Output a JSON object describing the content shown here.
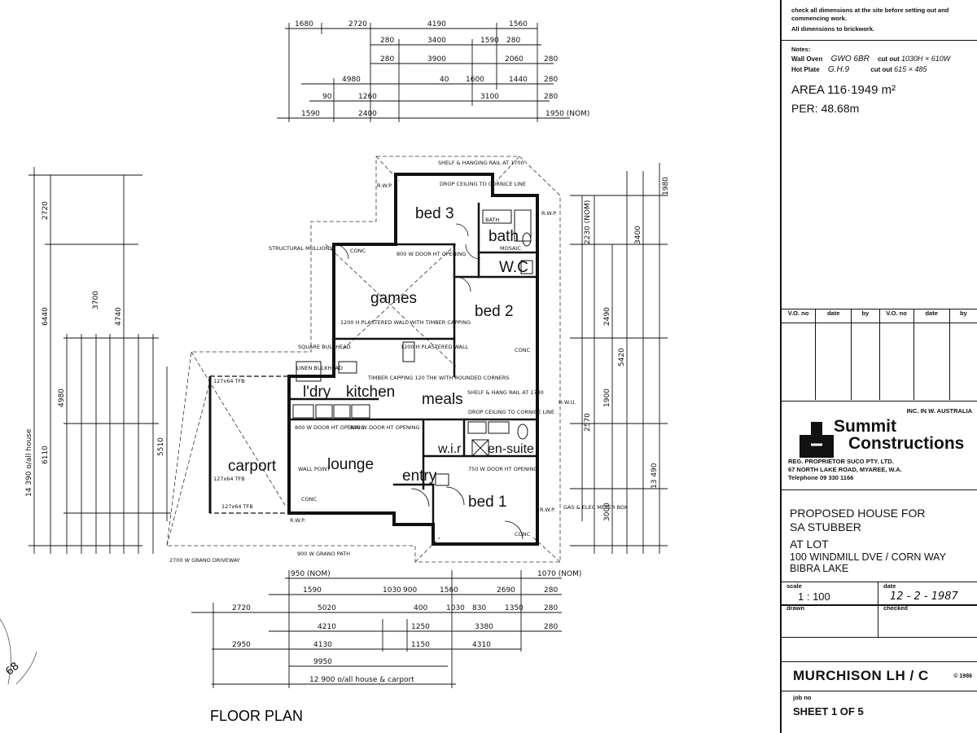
{
  "plan": {
    "title": "FLOOR PLAN",
    "rooms": {
      "bed3": "bed 3",
      "bath": "bath",
      "wc": "W.C",
      "games": "games",
      "bed2": "bed 2",
      "ldry": "l'dry",
      "kitchen": "kitchen",
      "meals": "meals",
      "carport": "carport",
      "lounge": "lounge",
      "entry": "entry",
      "wir": "w.i.r",
      "ensuite": "en-suite",
      "bed1": "bed 1"
    },
    "top_dims": {
      "r1": [
        "1680",
        "2720",
        "4190",
        "1560"
      ],
      "r2": [
        "280",
        "3400",
        "1590",
        "280"
      ],
      "r3": [
        "280",
        "3900",
        "2060",
        "280"
      ],
      "r4": [
        "4980",
        "40",
        "1600",
        "1440",
        "280"
      ],
      "r5": [
        "90",
        "1260",
        "3100",
        "280"
      ],
      "r6": [
        "1590",
        "2400",
        "1950 (NOM)"
      ]
    },
    "bottom_dims": {
      "r1": [
        "950 (NOM)",
        "1070 (NOM)"
      ],
      "r2": [
        "1590",
        "1030",
        "900",
        "1560",
        "2690",
        "280"
      ],
      "r3": [
        "2720",
        "5020",
        "400",
        "1030",
        "830",
        "1350",
        "280"
      ],
      "r4": [
        "4210",
        "1250",
        "3380",
        "280"
      ],
      "r5": [
        "2950",
        "4130",
        "1150",
        "4310"
      ],
      "r6": [
        "9950"
      ],
      "r7": "12 900 o/all house & carport"
    },
    "left_dims": [
      "14 390 o/all house",
      "6440",
      "2720",
      "4740",
      "3700",
      "4980",
      "6110",
      "5510"
    ],
    "right_dims": [
      "13 490",
      "5420",
      "2230 (NOM)",
      "3400",
      "2490",
      "2570",
      "1900",
      "3000",
      "1980"
    ],
    "notes": {
      "mullions": "STRUCTURAL MULLIONS",
      "shelf_top": "SHELF & HANGING RAIL AT 1700",
      "drop_ceiling_top": "DROP CEILING TO CORNICE LINE",
      "opening_top": "DROP CEILING TO CORNICE LINE",
      "bath_note": "BATH",
      "mosaic": "MOSAIC",
      "ht_opening": "800 W DOOR HT OPENING",
      "plastered_wall": "1200 H PLASTERED WALL WITH TIMBER CAPPING",
      "plastered_wall2": "1200 H PLASTERED WALL",
      "timber_capping": "TIMBER CAPPING 120 THK WITH ROUNDED CORNERS",
      "shelf_hang": "SHELF & HANG RAIL AT 1700",
      "drop_ceil_wir": "DROP CEILING TO CORNICE LINE",
      "square_bulkhead": "SQUARE BULKHEAD",
      "linen": "LINEN BULKHEAD",
      "opening_lounge": "800 W DOOR HT OPENING",
      "opening_meals": "800 W DOOR HT OPENING",
      "opening_ensuite": "750 W DOOR HT OPENING",
      "beam_top": "127x64 TFB",
      "beam_bottom": "127x64 TFB",
      "beam_side": "127x64 TFB",
      "wall_point": "WALL POINT",
      "driveway": "2700 W GRANO DRIVEWAY",
      "path": "900 W GRANO PATH",
      "gas": "GAS & ELEC METER BOX",
      "hwu": "H.W.U.",
      "rwp": "R.W.P.",
      "conc": "CONC"
    }
  },
  "titleblock": {
    "check_note": "check all dimensions at the site before setting out and commencing work.",
    "all_dims": "All dimensions to brickwork.",
    "notes_label": "Notes:",
    "wall_oven_label": "Wall Oven",
    "wall_oven_model": "GWO 6BR",
    "cutout_label": "cut out",
    "wall_oven_cutout": "1030H × 610W",
    "hot_plate_label": "Hot Plate",
    "hot_plate_model": "G.H.9",
    "hot_plate_cutout": "615 × 485",
    "area": "AREA 116·1949 m²",
    "per": "PER: 48.68m",
    "vo_headers": [
      "V.O. no",
      "date",
      "by",
      "V.O. no",
      "date",
      "by"
    ],
    "inc": "INC. IN W. AUSTRALIA",
    "company_line1": "Summit",
    "company_line2": "Constructions",
    "reg": "REG. PROPRIETOR SUCO PTY. LTD.",
    "address": "67 NORTH LAKE ROAD, MYAREE, W.A.",
    "telephone": "Telephone 09 330 1166",
    "proposed": "PROPOSED HOUSE FOR",
    "client": "SA STUBBER",
    "at_lot": "AT LOT",
    "lot_address": "100 WINDMILL DVE / CORN WAY",
    "suburb": "BIBRA LAKE",
    "scale_label": "scale",
    "scale_value": "1 : 100",
    "date_label": "date",
    "date_value": "12 - 2 - 1987",
    "drawn_label": "drawn",
    "checked_label": "checked",
    "model": "MURCHISON  LH / C",
    "copyright": "© 1986",
    "job_label": "job no",
    "sheet": "SHEET 1 OF 5"
  },
  "margin_scribble": "68"
}
